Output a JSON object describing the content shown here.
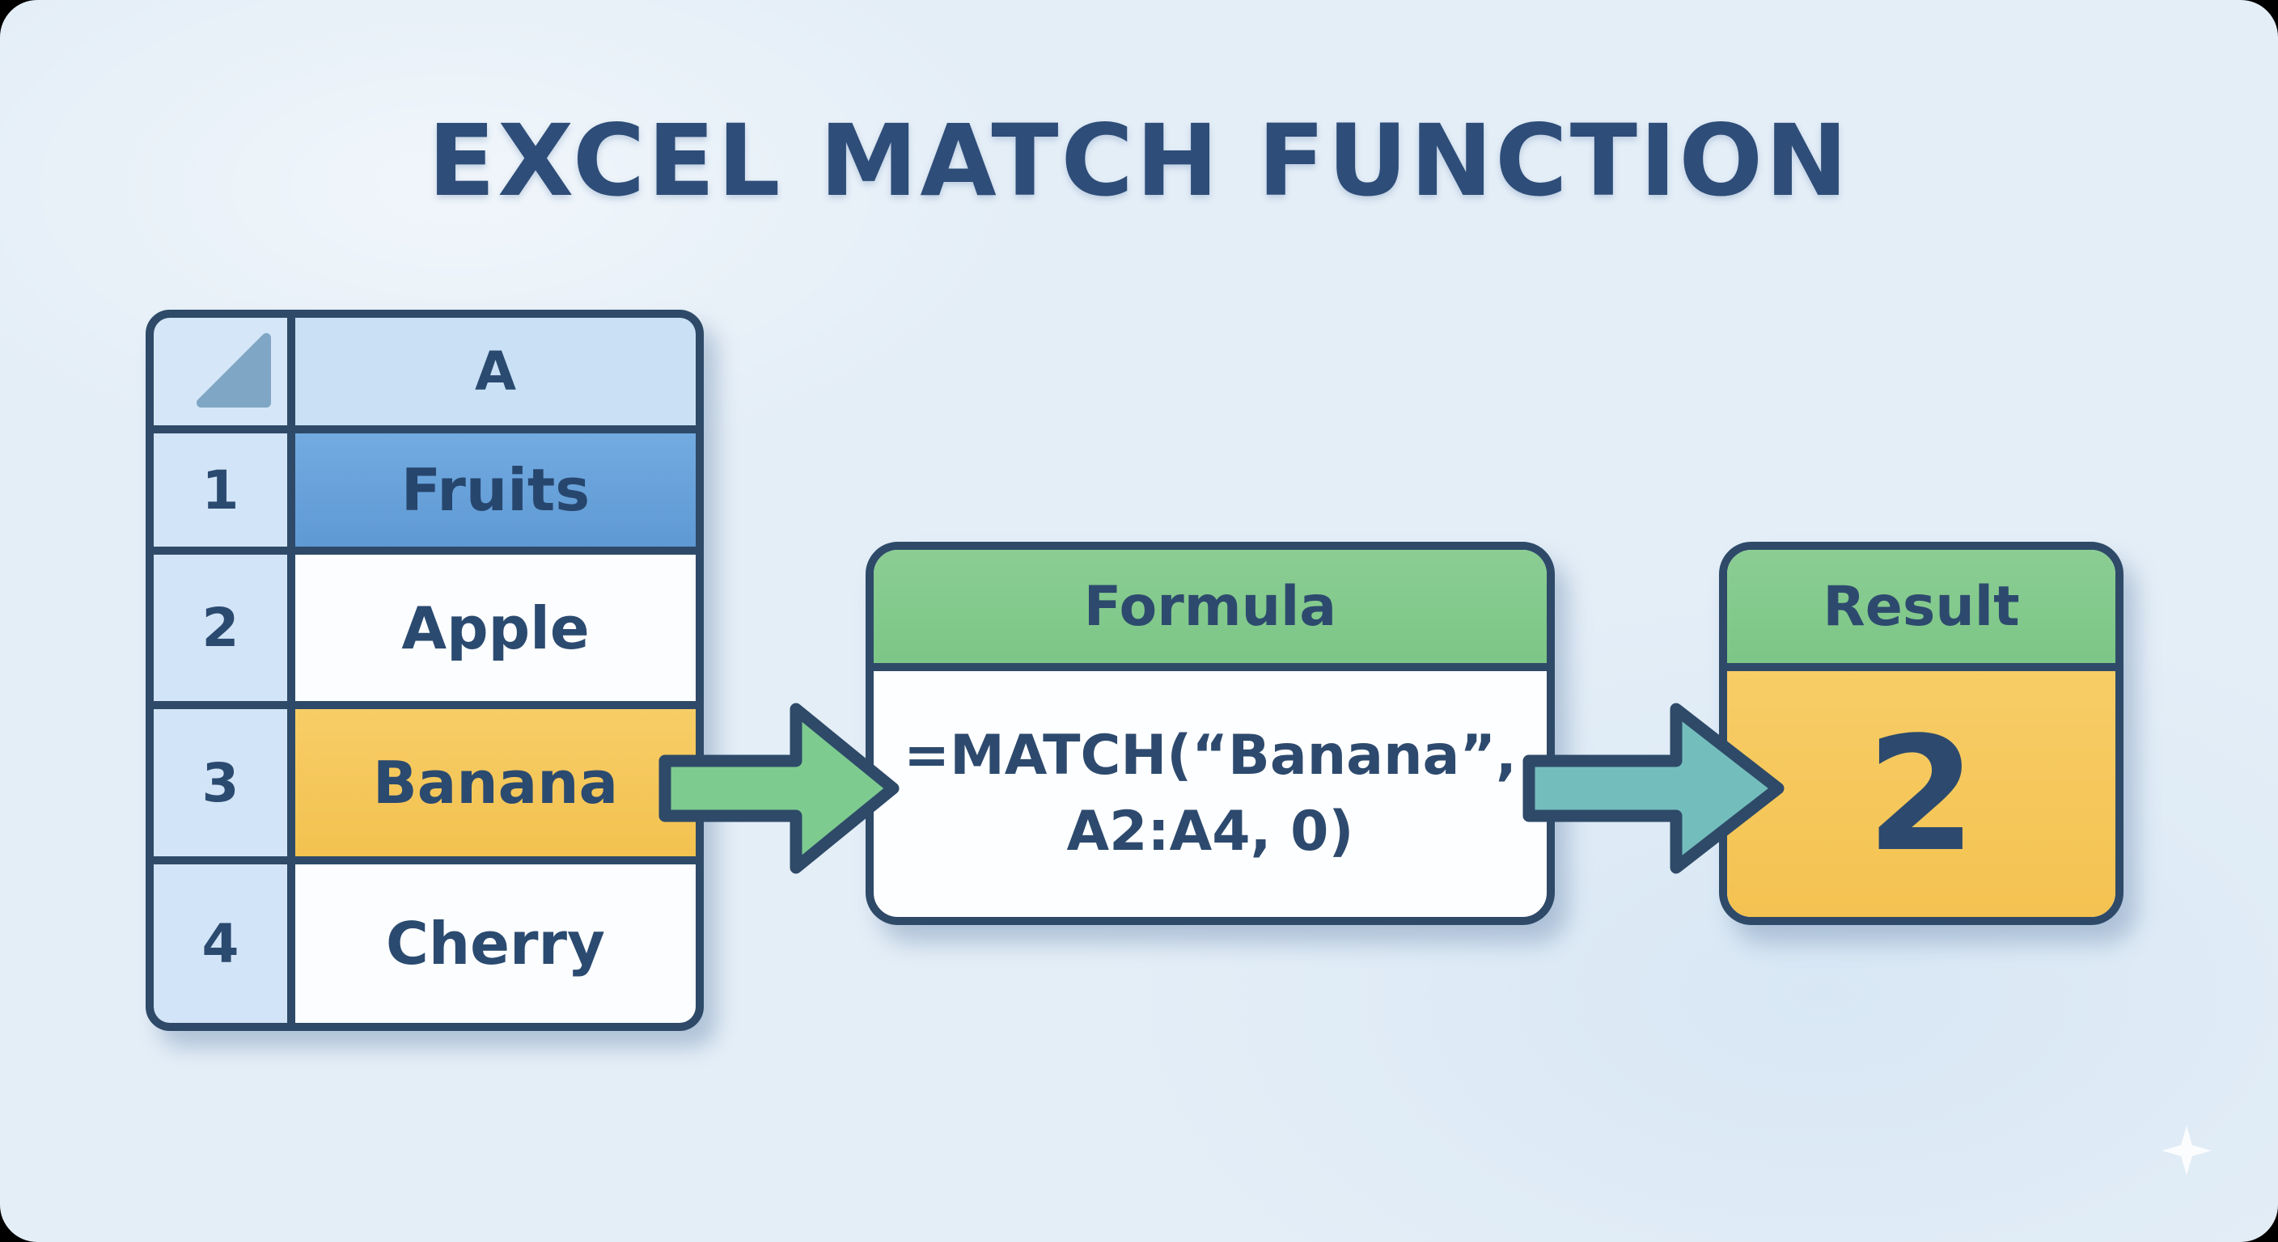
{
  "title": "EXCEL MATCH FUNCTION",
  "spreadsheet": {
    "column_header": "A",
    "rows": [
      {
        "num": "1",
        "value": "Fruits"
      },
      {
        "num": "2",
        "value": "Apple"
      },
      {
        "num": "3",
        "value": "Banana"
      },
      {
        "num": "4",
        "value": "Cherry"
      }
    ]
  },
  "formula_box": {
    "header": "Formula",
    "line1": "=MATCH(“Banana”,",
    "line2": "A2:A4, 0)"
  },
  "result_box": {
    "header": "Result",
    "value": "2"
  },
  "colors": {
    "background": "#e4eef7",
    "border_navy": "#2e4a68",
    "text_navy": "#2d4a6e",
    "header_green": "#82c98c",
    "cell_light_blue": "#cde3f7",
    "cell_medium_blue": "#69a5dd",
    "cell_yellow": "#f6c95e",
    "arrow_green": "#7ecb90",
    "arrow_teal": "#74bdbd"
  }
}
